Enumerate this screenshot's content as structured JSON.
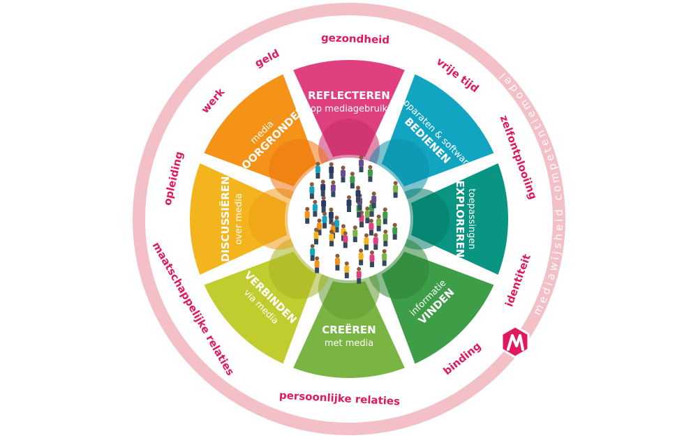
{
  "ring": {
    "text": "mediawijsheid competentiemodel",
    "color": "#f4c0c8"
  },
  "segments": [
    {
      "title": "REFLECTEREN",
      "subtitle": "op mediagebruik",
      "subtitle_first": false,
      "color": "#e0407f",
      "inner": "#c72c69"
    },
    {
      "title": "BEDIENEN",
      "subtitle": "apparaten & software",
      "subtitle_first": true,
      "color": "#12a5c2",
      "inner": "#0b8fa9"
    },
    {
      "title": "EXPLOREREN",
      "subtitle": "toepassingen",
      "subtitle_first": true,
      "color": "#0a9582",
      "inner": "#067a6a"
    },
    {
      "title": "VINDEN",
      "subtitle": "informatie",
      "subtitle_first": true,
      "color": "#3e9d47",
      "inner": "#2c8537"
    },
    {
      "title": "CREËREN",
      "subtitle": "met media",
      "subtitle_first": false,
      "color": "#7ab543",
      "inner": "#639b33"
    },
    {
      "title": "VERBINDEN",
      "subtitle": "via media",
      "subtitle_first": false,
      "color": "#c1cd2f",
      "inner": "#a7b324"
    },
    {
      "title": "DISCUSSIËREN",
      "subtitle": "over media",
      "subtitle_first": false,
      "color": "#f4b41e",
      "inner": "#ec9c15"
    },
    {
      "title": "DOORGRONDEN",
      "subtitle": "media",
      "subtitle_first": true,
      "color": "#f49318",
      "inner": "#ee7710"
    }
  ],
  "outer_labels": [
    {
      "text": "gezondheid",
      "angle": -88
    },
    {
      "text": "vrije tijd",
      "angle": -53
    },
    {
      "text": "zelfontplooiing",
      "angle": -20
    },
    {
      "text": "identiteit",
      "angle": 20
    },
    {
      "text": "binding",
      "angle": 51
    },
    {
      "text": "persoonlijke relaties",
      "angle": 93
    },
    {
      "text": "maatschappelijke relaties",
      "angle": 150
    },
    {
      "text": "opleiding",
      "angle": 193
    },
    {
      "text": "werk",
      "angle": 221
    },
    {
      "text": "geld",
      "angle": 243
    }
  ],
  "logo": {
    "letter": "M",
    "color": "#e0195f"
  },
  "colors": {
    "label": "#e0195f"
  }
}
